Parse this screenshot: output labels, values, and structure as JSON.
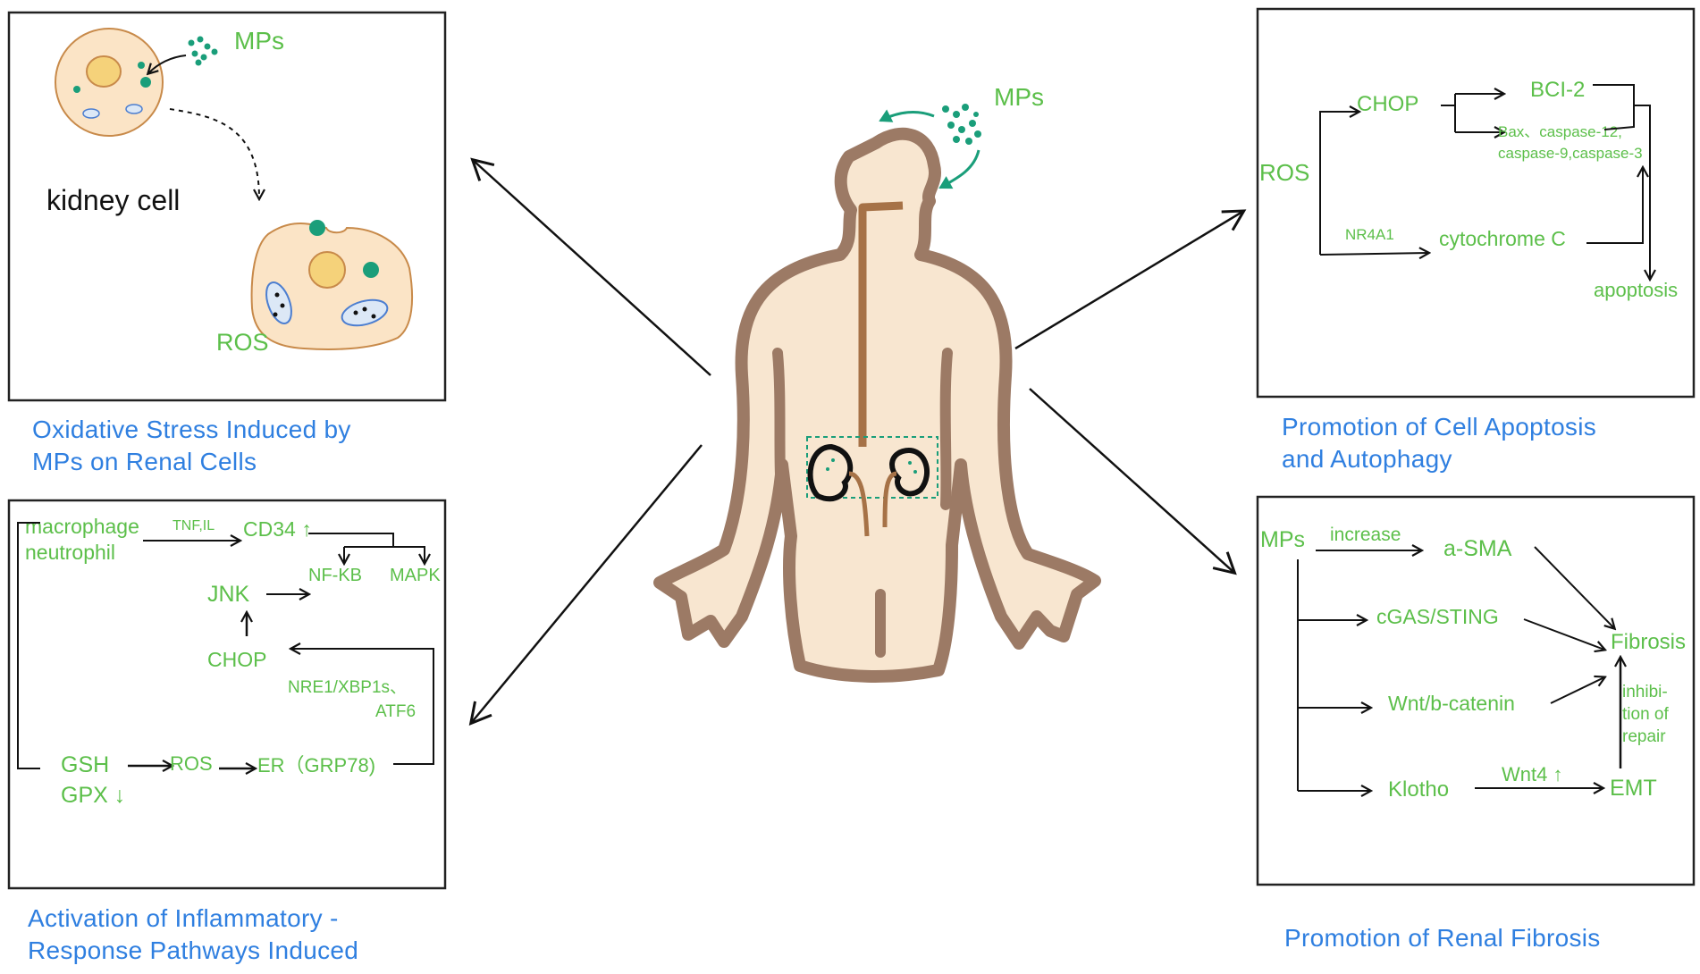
{
  "colors": {
    "label_green": "#5cbf4a",
    "caption_blue": "#2f7fe0",
    "particle_teal": "#1a9e7a",
    "body_fill": "#f8e6d0",
    "body_outline": "#9c7a65",
    "cell_fill": "#fbe4c6",
    "cell_outline": "#c88a4a",
    "nucleus_fill": "#f5d27a"
  },
  "center": {
    "mps_label": "MPs"
  },
  "panel_oxidative": {
    "mps_label": "MPs",
    "kidney_cell_label": "kidney cell",
    "ros_label": "ROS",
    "caption_line1": "Oxidative Stress Induced by",
    "caption_line2": "MPs on Renal Cells"
  },
  "panel_apoptosis": {
    "chop": "CHOP",
    "bcl2": "BCI-2",
    "bax_line1": "Bax、caspase-12,",
    "bax_line2": "caspase-9,caspase-3",
    "ros": "ROS",
    "nr4a1": "NR4A1",
    "cytochrome": "cytochrome C",
    "apoptosis": "apoptosis",
    "caption_line1": "Promotion of Cell Apoptosis",
    "caption_line2": "and Autophagy"
  },
  "panel_inflammatory": {
    "macrophage": "macrophage",
    "neutrophil": "neutrophil",
    "tnf_il": "TNF,IL",
    "cd34": "CD34 ↑",
    "nfkb": "NF-KB",
    "mapk": "MAPK",
    "jnk": "JNK",
    "chop": "CHOP",
    "nre1_line1": "NRE1/XBP1s、",
    "nre1_line2": "ATF6",
    "gsh": "GSH",
    "gpx": "GPX ↓",
    "ros": "ROS",
    "er": "ER（GRP78)",
    "caption_line1": "Activation of Inflammatory -",
    "caption_line2": "Response Pathways Induced"
  },
  "panel_fibrosis": {
    "mps": "MPs",
    "increase": "increase",
    "asma": "a-SMA",
    "cgas": "cGAS/STING",
    "wnt": "Wnt/b-catenin",
    "klotho": "Klotho",
    "wnt4": "Wnt4 ↑",
    "emt": "EMT",
    "fibrosis": "Fibrosis",
    "inhib_line1": "inhibi-",
    "inhib_line2": "tion of",
    "inhib_line3": "repair",
    "caption": "Promotion of Renal Fibrosis"
  }
}
